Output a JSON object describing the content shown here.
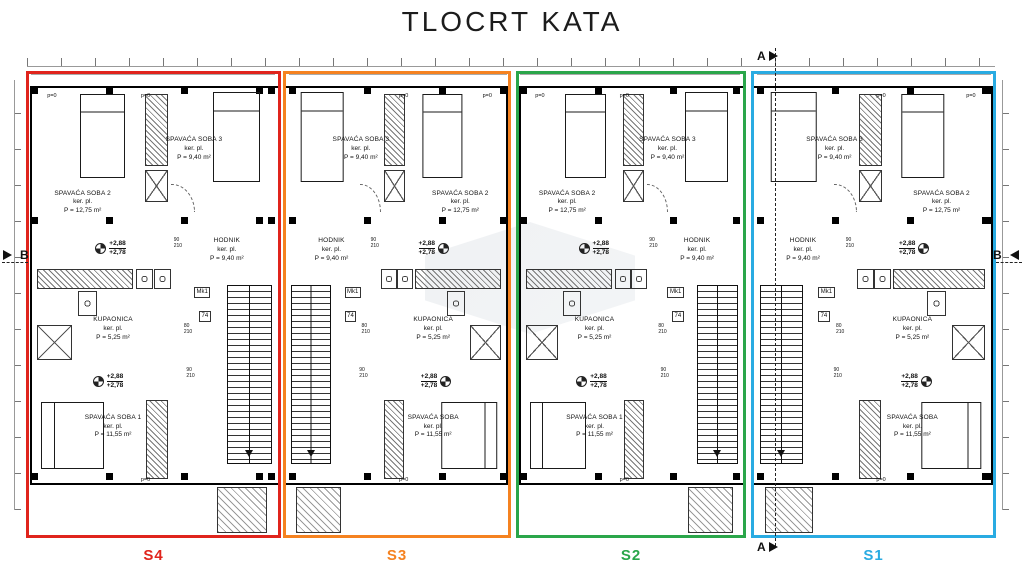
{
  "title": "TLOCRT KATA",
  "sections": {
    "vertical": "A",
    "horizontal": "B"
  },
  "dims": {
    "p0": "p=0",
    "w90": "90",
    "w80": "80",
    "h210": "210"
  },
  "units": [
    {
      "label": "S4",
      "color": "#e0241c",
      "mirrored": false,
      "rooms": {
        "soba3": {
          "name": "SPAVAĆA SOBA 3",
          "finish": "ker. pl.",
          "area": "P = 9,40 m²"
        },
        "soba2": {
          "name": "SPAVAĆA SOBA 2",
          "finish": "ker. pl.",
          "area": "P = 12,75 m²"
        },
        "hodnik": {
          "name": "HODNIK",
          "finish": "ker. pl.",
          "area": "P = 9,40 m²"
        },
        "kupaonica": {
          "name": "KUPAONICA",
          "finish": "ker. pl.",
          "area": "P = 5,25 m²"
        },
        "soba1": {
          "name": "SPAVAĆA SOBA 1",
          "finish": "ker. pl.",
          "area": "P = 11,55 m²"
        }
      },
      "levels": {
        "upper": "+2,88",
        "lower": "+2,78"
      },
      "stair_mark": "Mk1",
      "stair_num": "74"
    },
    {
      "label": "S3",
      "color": "#f58220",
      "mirrored": true,
      "rooms": {
        "soba3": {
          "name": "SPAVAĆA SOBA 3",
          "finish": "ker. pl.",
          "area": "P = 9,40 m²"
        },
        "soba2": {
          "name": "SPAVAĆA SOBA 2",
          "finish": "ker. pl.",
          "area": "P = 12,75 m²"
        },
        "hodnik": {
          "name": "HODNIK",
          "finish": "ker. pl.",
          "area": "P = 9,40 m²"
        },
        "kupaonica": {
          "name": "KUPAONICA",
          "finish": "ker. pl.",
          "area": "P = 5,25 m²"
        },
        "soba1": {
          "name": "SPAVAĆA SOBA",
          "finish": "ker. pl.",
          "area": "P = 11,55 m²"
        }
      },
      "levels": {
        "upper": "+2,88",
        "lower": "+2,78"
      },
      "stair_mark": "Mk1",
      "stair_num": "74"
    },
    {
      "label": "S2",
      "color": "#2aa64a",
      "mirrored": false,
      "rooms": {
        "soba3": {
          "name": "SPAVAĆA SOBA 3",
          "finish": "ker. pl.",
          "area": "P = 9,40 m²"
        },
        "soba2": {
          "name": "SPAVAĆA SOBA 2",
          "finish": "ker. pl.",
          "area": "P = 12,75 m²"
        },
        "hodnik": {
          "name": "HODNIK",
          "finish": "ker. pl.",
          "area": "P = 9,40 m²"
        },
        "kupaonica": {
          "name": "KUPAONICA",
          "finish": "ker. pl.",
          "area": "P = 5,25 m²"
        },
        "soba1": {
          "name": "SPAVAĆA SOBA 1",
          "finish": "ker. pl.",
          "area": "P = 11,55 m²"
        }
      },
      "levels": {
        "upper": "+2,88",
        "lower": "+2,78"
      },
      "stair_mark": "Mk1",
      "stair_num": "74"
    },
    {
      "label": "S1",
      "color": "#29abe2",
      "mirrored": true,
      "rooms": {
        "soba3": {
          "name": "SPAVAĆA SOBA 3",
          "finish": "ker. pl.",
          "area": "P = 9,40 m²"
        },
        "soba2": {
          "name": "SPAVAĆA SOBA 2",
          "finish": "ker. pl.",
          "area": "P = 12,75 m²"
        },
        "hodnik": {
          "name": "HODNIK",
          "finish": "ker. pl.",
          "area": "P = 9,40 m²"
        },
        "kupaonica": {
          "name": "KUPAONICA",
          "finish": "ker. pl.",
          "area": "P = 5,25 m²"
        },
        "soba1": {
          "name": "SPAVAĆA SOBA",
          "finish": "ker. pl.",
          "area": "P = 11,55 m²"
        }
      },
      "levels": {
        "upper": "+2,88",
        "lower": "+2,78"
      },
      "stair_mark": "Mk1",
      "stair_num": "74"
    }
  ]
}
